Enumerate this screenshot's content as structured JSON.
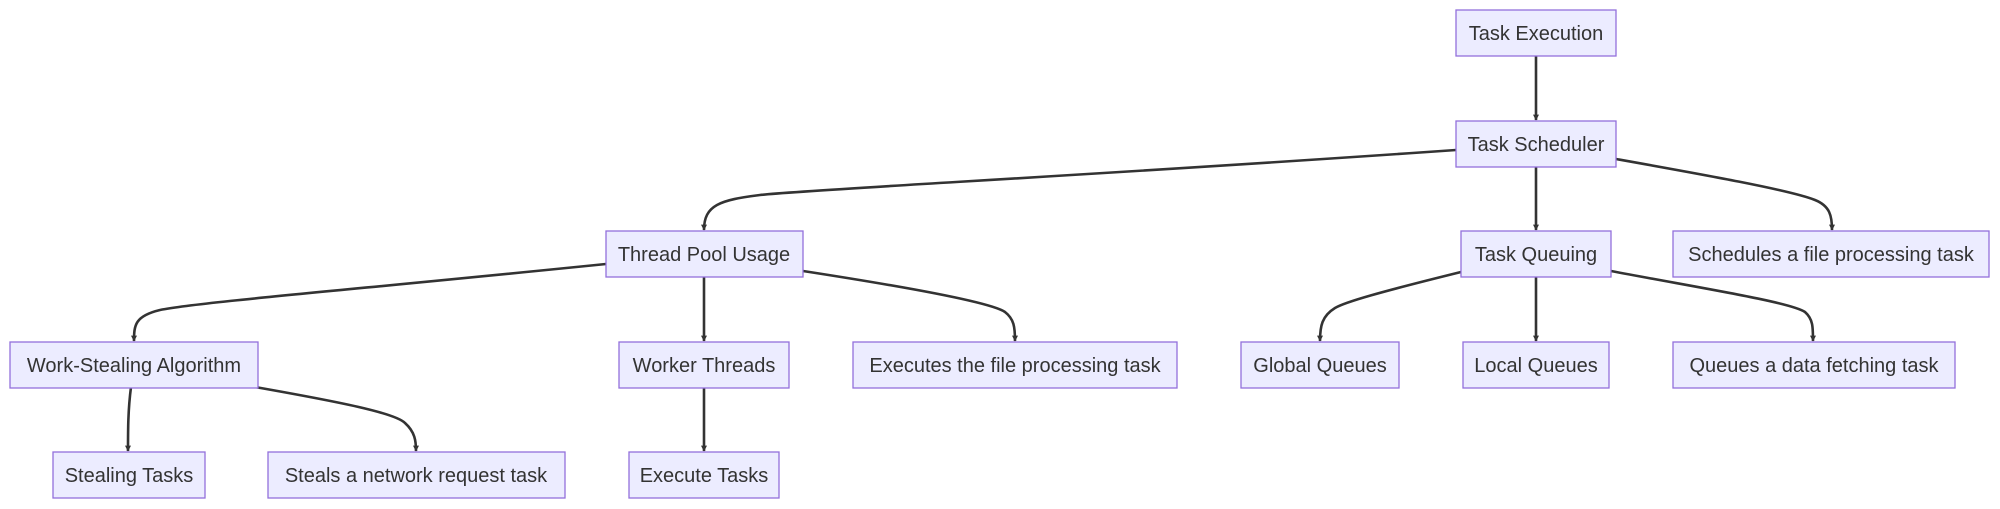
{
  "diagram": {
    "nodes": {
      "task_execution": "Task Execution",
      "task_scheduler": "Task Scheduler",
      "thread_pool_usage": "Thread Pool Usage",
      "task_queuing": "Task Queuing",
      "schedules_file_task": "Schedules a file processing task",
      "work_stealing": "Work-Stealing Algorithm",
      "worker_threads": "Worker Threads",
      "executes_file_task": "Executes the file processing task",
      "global_queues": "Global Queues",
      "local_queues": "Local Queues",
      "queues_data_task": "Queues a data fetching task",
      "stealing_tasks": "Stealing Tasks",
      "steals_network_task": "Steals a network request task",
      "execute_tasks": "Execute Tasks"
    },
    "edges": [
      {
        "from": "task_execution",
        "to": "task_scheduler"
      },
      {
        "from": "task_scheduler",
        "to": "thread_pool_usage"
      },
      {
        "from": "task_scheduler",
        "to": "task_queuing"
      },
      {
        "from": "task_scheduler",
        "to": "schedules_file_task"
      },
      {
        "from": "thread_pool_usage",
        "to": "work_stealing"
      },
      {
        "from": "thread_pool_usage",
        "to": "worker_threads"
      },
      {
        "from": "thread_pool_usage",
        "to": "executes_file_task"
      },
      {
        "from": "task_queuing",
        "to": "global_queues"
      },
      {
        "from": "task_queuing",
        "to": "local_queues"
      },
      {
        "from": "task_queuing",
        "to": "queues_data_task"
      },
      {
        "from": "work_stealing",
        "to": "stealing_tasks"
      },
      {
        "from": "work_stealing",
        "to": "steals_network_task"
      },
      {
        "from": "worker_threads",
        "to": "execute_tasks"
      }
    ],
    "colors": {
      "node_fill": "#ECECFF",
      "node_border": "#9370DB",
      "edge": "#333333",
      "text": "#333333"
    }
  }
}
